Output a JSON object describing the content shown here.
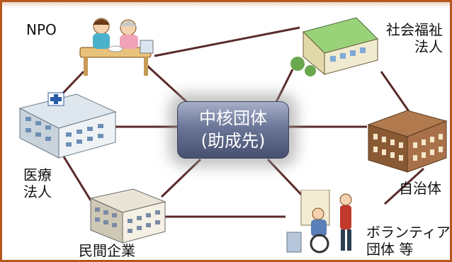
{
  "center": {
    "line1": "中核団体",
    "line2": "(助成先)"
  },
  "nodes": {
    "npo": "NPO",
    "social_welfare": [
      "社会福祉",
      "法人"
    ],
    "medical": [
      "医療",
      "法人"
    ],
    "local_gov": "自治体",
    "private_company": "民間企業",
    "volunteer": [
      "ボランティア",
      "団体 等"
    ]
  },
  "colors": {
    "frame": "#b8571d",
    "connector": "#5a2a2a",
    "center_top": "#a7b0c9",
    "center_bottom": "#47506f"
  },
  "icons": [
    "caregiver-meal-icon",
    "welfare-facility-icon",
    "hospital-icon",
    "city-hall-icon",
    "office-building-icon",
    "wheelchair-care-icon"
  ]
}
